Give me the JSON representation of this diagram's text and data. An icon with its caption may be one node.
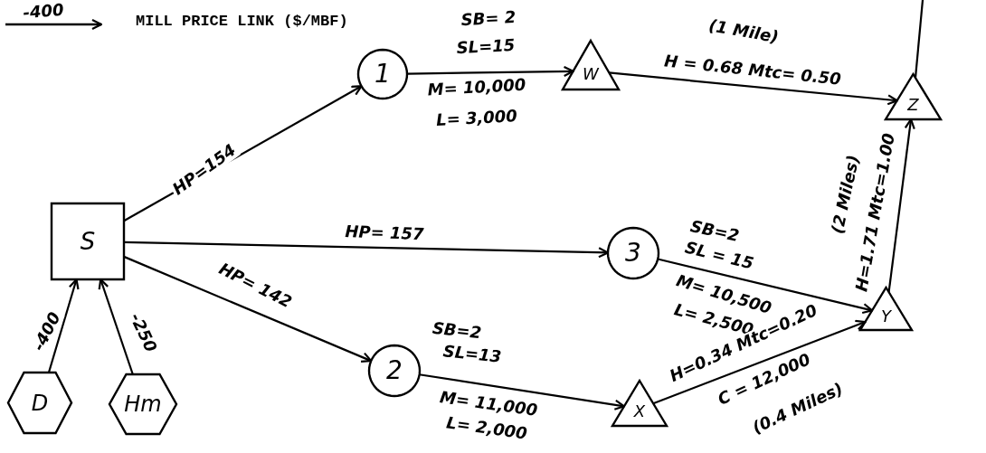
{
  "diagram": {
    "nodes": [
      {
        "text": [
          "S"
        ]
      },
      {
        "text": [
          "D"
        ]
      },
      {
        "text": [
          "Hm"
        ]
      },
      {
        "text": [
          "1"
        ],
        "beside": [
          "SB= 2",
          "SL=15",
          "M= 10,000",
          "L= 3,000"
        ]
      },
      {
        "text": [
          "3"
        ],
        "beside": [
          "SB=2",
          "SL = 15",
          "M= 10,500",
          "L= 2,500"
        ]
      },
      {
        "text": [
          "2"
        ],
        "beside": [
          "SB=2",
          "SL=13",
          "M= 11,000",
          "L= 2,000"
        ]
      },
      {
        "text": [
          "W"
        ]
      },
      {
        "text": [
          "Z"
        ]
      },
      {
        "text": [
          "Y"
        ]
      },
      {
        "text": [
          "X"
        ]
      }
    ],
    "edges": [
      {
        "from": 1,
        "to": 0,
        "arrow": "to",
        "label": "-400"
      },
      {
        "from": 2,
        "to": 0,
        "arrow": "to",
        "label": "-250"
      },
      {
        "from": 0,
        "to": 3,
        "arrow": "to",
        "label": "HP=154"
      },
      {
        "from": 0,
        "to": 4,
        "arrow": "to",
        "label": "HP= 157"
      },
      {
        "from": 0,
        "to": 5,
        "arrow": "to",
        "label": "HP= 142"
      },
      {
        "from": 3,
        "to": 6,
        "arrow": "to"
      },
      {
        "from": 6,
        "to": 7,
        "arrow": "to",
        "label": "H = 0.68 Mtc= 0.50"
      },
      {
        "from": 4,
        "to": 8,
        "arrow": "to"
      },
      {
        "from": 5,
        "to": 9,
        "arrow": "to"
      },
      {
        "from": 9,
        "to": 8,
        "arrow": "to",
        "label": "H=0.34 Mtc=0.20"
      },
      {
        "from": 8,
        "to": 7,
        "arrow": "to",
        "label": "H=1.71 Mtc=1.00"
      },
      {
        "from": 7,
        "to": null,
        "arrow": "none"
      }
    ],
    "labels": [
      "-400",
      "(1 Mile)",
      "(2 Miles)",
      "C = 12,000",
      "(0.4 Miles)"
    ],
    "legend": [
      {
        "text": "MILL PRICE LINK ($/MBF)"
      }
    ]
  }
}
